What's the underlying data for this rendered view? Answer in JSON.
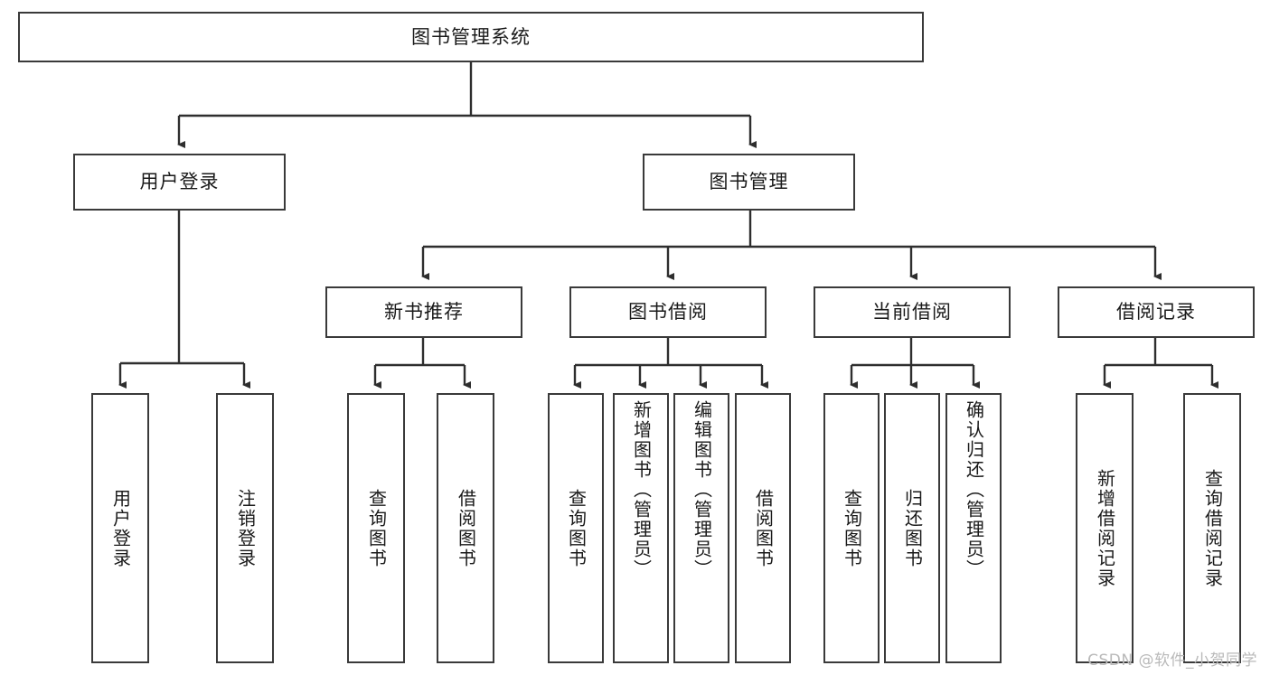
{
  "diagram": {
    "title": "图书管理系统",
    "type": "tree",
    "watermark": "CSDN @软件_小贺同学",
    "colors": {
      "box_border": "#3a3a3a",
      "box_fill": "#ffffff",
      "line": "#2e2e2e",
      "text": "#1a1a1a",
      "watermark": "#b9b9b9",
      "background": "#ffffff"
    },
    "root": {
      "label": "图书管理系统"
    },
    "level2": [
      {
        "label": "用户登录"
      },
      {
        "label": "图书管理"
      }
    ],
    "level3": [
      {
        "label": "新书推荐"
      },
      {
        "label": "图书借阅"
      },
      {
        "label": "当前借阅"
      },
      {
        "label": "借阅记录"
      }
    ],
    "leaves": {
      "user_login": [
        {
          "label": "用户登录"
        },
        {
          "label": "注销登录"
        }
      ],
      "new_book": [
        {
          "label": "查询图书"
        },
        {
          "label": "借阅图书"
        }
      ],
      "book_borrow": [
        {
          "label": "查询图书"
        },
        {
          "label": "新增图书（管理员）"
        },
        {
          "label": "编辑图书（管理员）"
        },
        {
          "label": "借阅图书"
        }
      ],
      "current_borrow": [
        {
          "label": "查询图书"
        },
        {
          "label": "归还图书"
        },
        {
          "label": "确认归还（管理员）"
        }
      ],
      "borrow_record": [
        {
          "label": "新增借阅记录"
        },
        {
          "label": "查询借阅记录"
        }
      ]
    }
  }
}
